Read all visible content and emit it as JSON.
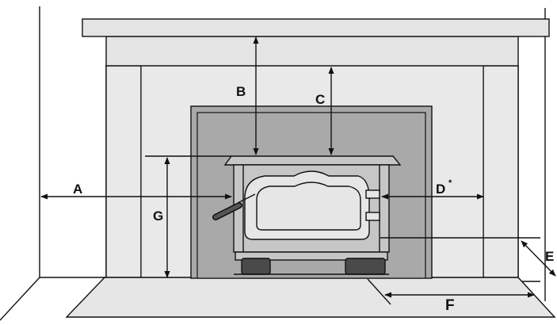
{
  "labels": {
    "a": "A",
    "b": "B",
    "c": "C",
    "d": "D",
    "d_mark": "*",
    "e": "E",
    "f": "F",
    "g": "G"
  },
  "colors": {
    "wall": "#ffffff",
    "surround": "#e9e9e9",
    "mantel": "#e4e4e4",
    "hearth": "#e6e6e6",
    "firebox": "#a9a9a9",
    "stove_body": "#c6c6c6",
    "stove_door": "#e6e6e6",
    "stove_feet": "#4a4a4a",
    "line": "#111111"
  }
}
